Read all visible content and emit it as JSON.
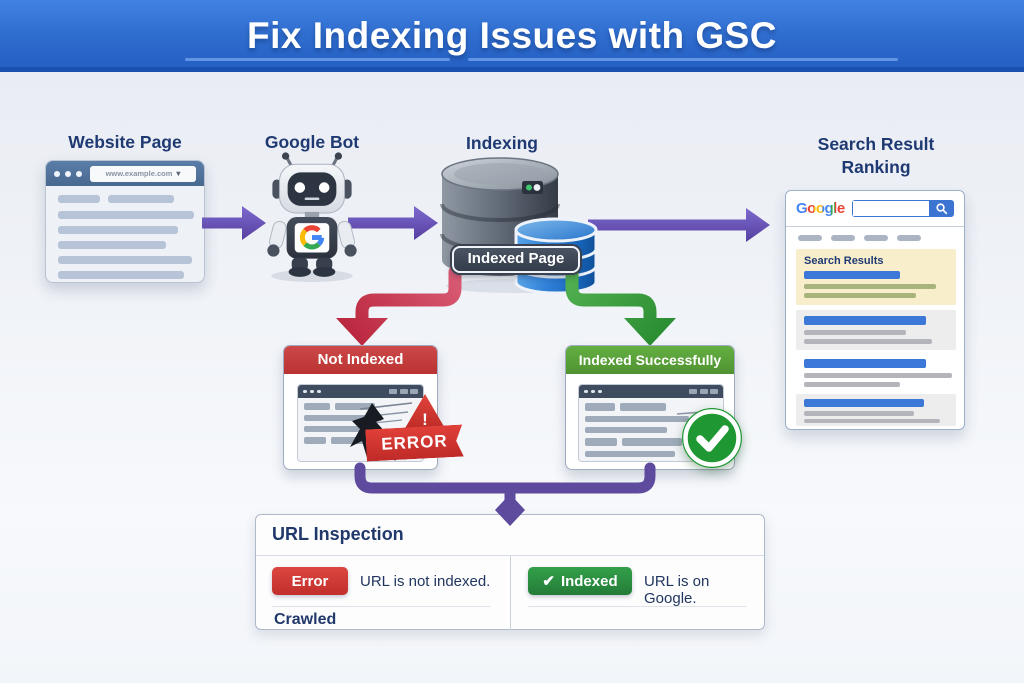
{
  "header": {
    "title": "Fix Indexing Issues with GSC"
  },
  "flow": {
    "website": {
      "label": "Website Page",
      "url": "www.example.com"
    },
    "bot": {
      "label": "Google Bot"
    },
    "indexing": {
      "label": "Indexing",
      "badge": "Indexed Page"
    },
    "search": {
      "label_line1": "Search Result",
      "label_line2": "Ranking",
      "logo": "Google",
      "results_title": "Search Results"
    }
  },
  "outcomes": {
    "not_indexed": {
      "title": "Not Indexed",
      "error_label": "ERROR",
      "warning_mark": "!"
    },
    "indexed_ok": {
      "title": "Indexed Successfully"
    }
  },
  "inspection": {
    "title": "URL Inspection",
    "left": {
      "badge": "Error",
      "text": "URL is not indexed.",
      "status": "Crawled"
    },
    "right": {
      "badge": "Indexed",
      "check": "✔",
      "text": "URL is on Google."
    }
  },
  "icons": {
    "address_caret": "▾"
  },
  "colors": {
    "header_blue": "#2e6ccd",
    "banner_edge": "#1b50ae",
    "label_navy": "#1f3a73",
    "arrow_purple": "#6a54b5",
    "fail_red": "#c63d3b",
    "success_green": "#55a033",
    "google_blue": "#4285F4",
    "google_red": "#EA4335",
    "google_yellow": "#FBBC05",
    "google_green": "#34A853",
    "badge_error_bg": "#d23a35",
    "badge_indexed_bg": "#2c9140"
  }
}
